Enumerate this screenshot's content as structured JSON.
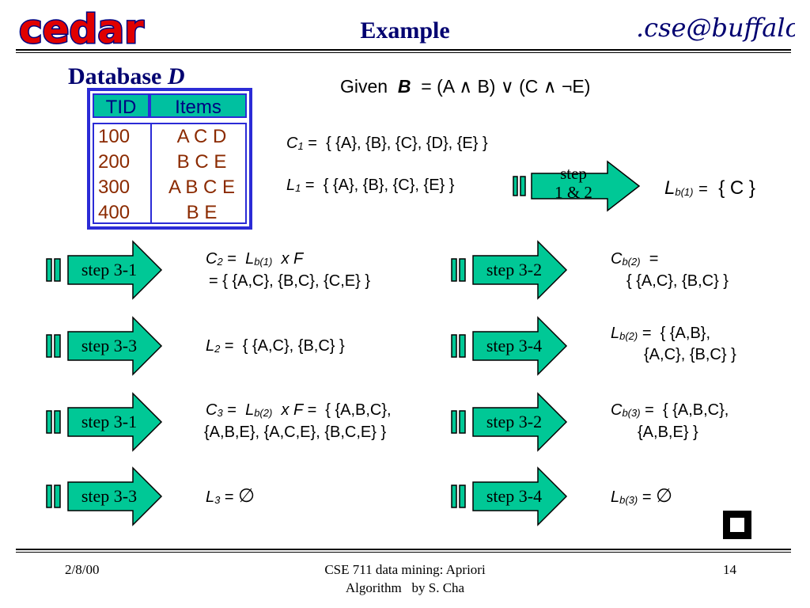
{
  "header": {
    "logo_left": "cedar",
    "title": "Example",
    "logo_right": ".cse@buffalo"
  },
  "database": {
    "label": "Database",
    "label_var": "D",
    "headers": [
      "TID",
      "Items"
    ],
    "rows": [
      {
        "tid": "100",
        "items": "A C D"
      },
      {
        "tid": "200",
        "items": "B C E"
      },
      {
        "tid": "300",
        "items": "A B C E"
      },
      {
        "tid": "400",
        "items": "B E"
      }
    ]
  },
  "given": {
    "prefix": "Given",
    "var": "B",
    "expr": "= (A ∧ B) ∨ (C ∧ ¬E)"
  },
  "c1": {
    "sym": "C",
    "sub": "1",
    "eq": "=",
    "val": "{ {A}, {B}, {C}, {D}, {E} }"
  },
  "l1": {
    "sym": "L",
    "sub": "1",
    "eq": "=",
    "val": "{ {A}, {B}, {C}, {E} }"
  },
  "step12": {
    "line1": "step",
    "line2": "1 & 2"
  },
  "lb1": {
    "sym": "L",
    "sub": "b(1)",
    "eq": "=",
    "val": "{ C }"
  },
  "rows": [
    {
      "left_step": "step 3-1",
      "left_line1": {
        "sym": "C",
        "sub": "2",
        "eq": "=",
        "sym2": "L",
        "sub2": "b(1)",
        "op": "x F"
      },
      "left_line2": "=  { {A,C}, {B,C}, {C,E} }",
      "right_step": "step 3-2",
      "right_line1": {
        "sym": "C",
        "sub": "b(2)",
        "eq": "="
      },
      "right_line2": "{ {A,C}, {B,C} }"
    },
    {
      "left_step": "step 3-3",
      "left_line1": {
        "sym": "L",
        "sub": "2",
        "eq": "=",
        "val": "{ {A,C}, {B,C} }"
      },
      "right_step": "step 3-4",
      "right_line1": {
        "sym": "L",
        "sub": "b(2)",
        "eq": "=",
        "val": "{ {A,B},"
      },
      "right_line2": "{A,C}, {B,C} }"
    },
    {
      "left_step": "step 3-1",
      "left_line1": {
        "sym": "C",
        "sub": "3",
        "eq": "=",
        "sym2": "L",
        "sub2": "b(2)",
        "op": "x F =",
        "val": "{ {A,B,C},"
      },
      "left_line2": "{A,B,E}, {A,C,E}, {B,C,E} }",
      "right_step": "step 3-2",
      "right_line1": {
        "sym": "C",
        "sub": "b(3)",
        "eq": "=",
        "val": "{ {A,B,C},"
      },
      "right_line2": "{A,B,E} }"
    },
    {
      "left_step": "step 3-3",
      "left_line1": {
        "sym": "L",
        "sub": "3",
        "eq": "=",
        "val": "∅"
      },
      "right_step": "step 3-4",
      "right_line1": {
        "sym": "L",
        "sub": "b(3)",
        "eq": "=",
        "val": "∅"
      }
    }
  ],
  "footer": {
    "date": "2/8/00",
    "course_line1": "CSE 711 data mining: Apriori",
    "course_line2": "Algorithm   by S. Cha",
    "page": "14"
  },
  "colors": {
    "title": "#000070",
    "table_border": "#2b2bd6",
    "table_header_bg": "#00c0a0",
    "table_cell_text": "#8b2a00",
    "arrow_fill": "#00c896",
    "logo_red": "#e00000"
  }
}
